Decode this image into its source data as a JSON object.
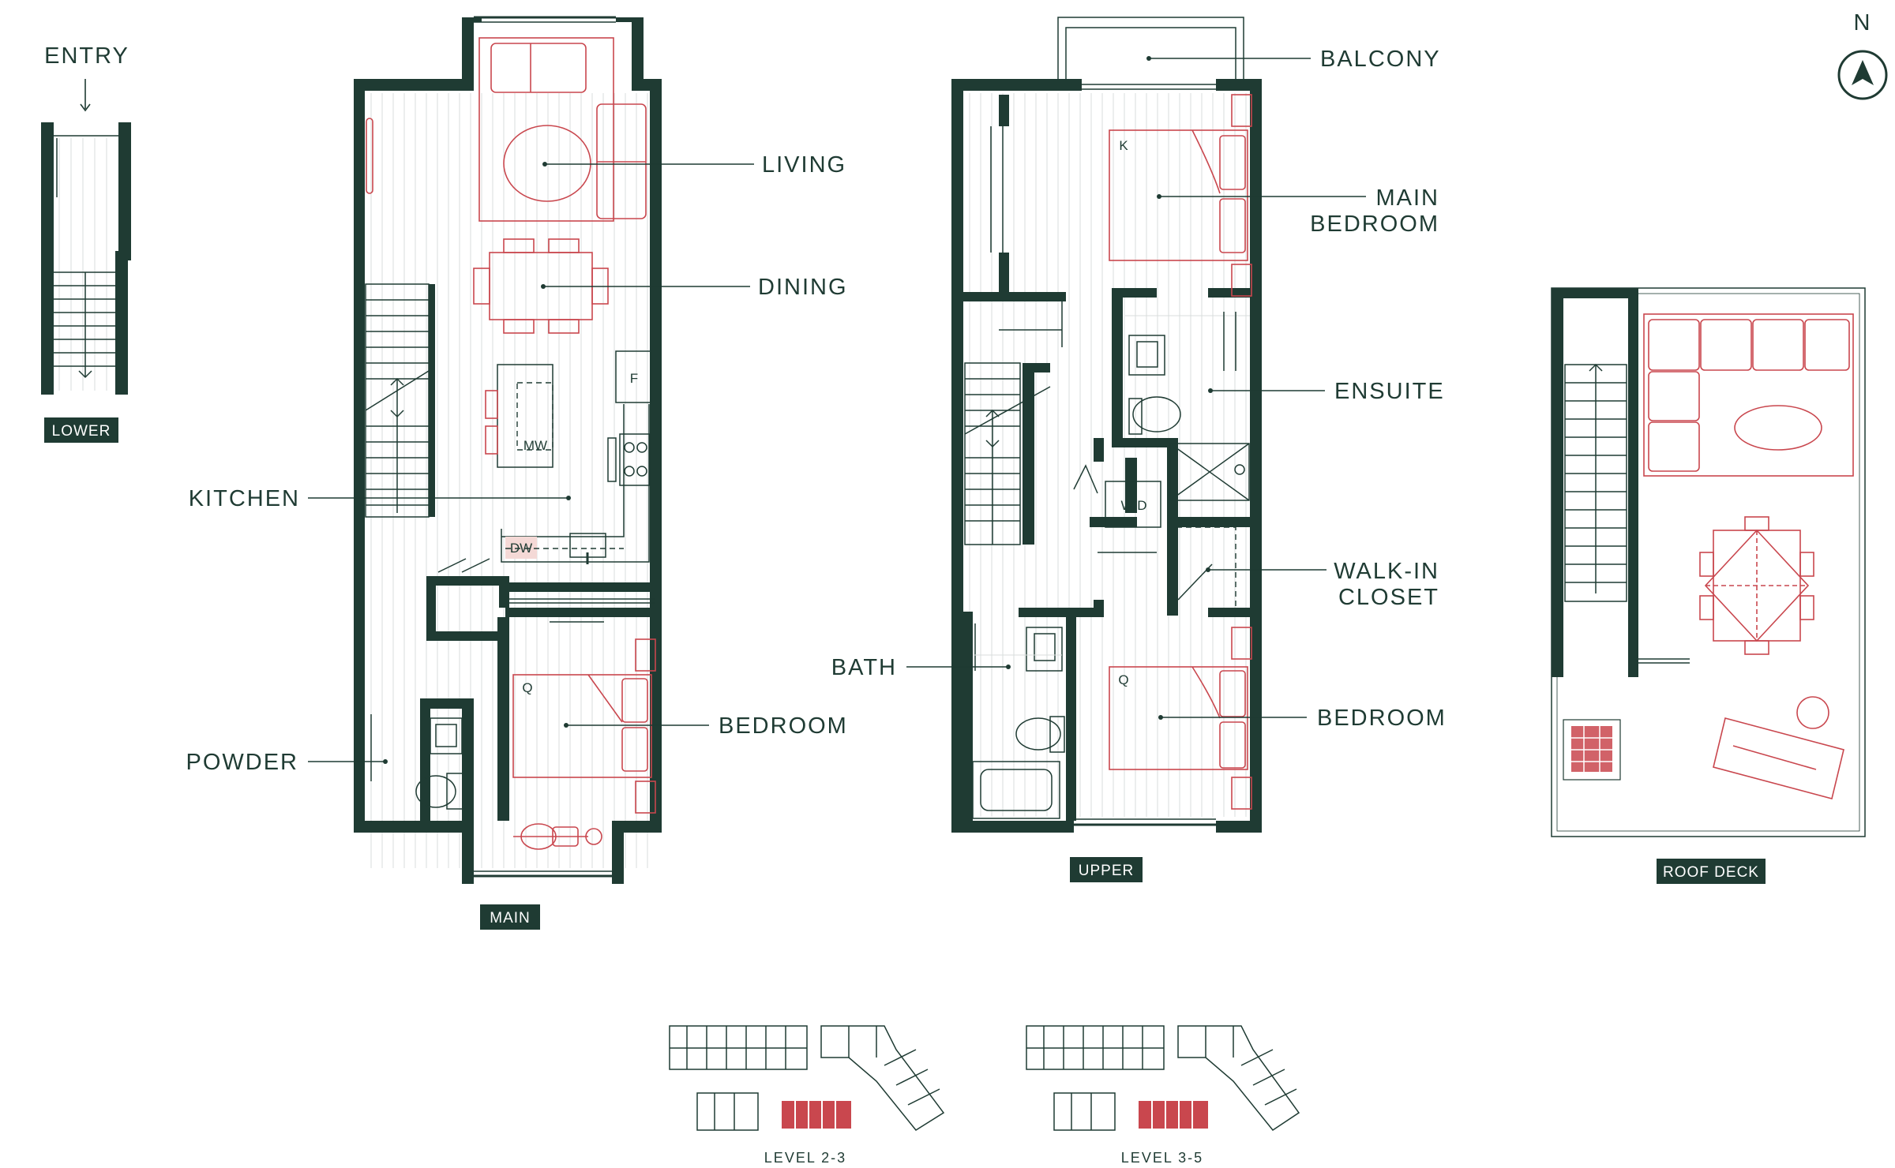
{
  "compass": {
    "letter": "N"
  },
  "levels": {
    "lower": "LOWER",
    "main": "MAIN",
    "upper": "UPPER",
    "roof": "ROOF DECK"
  },
  "rooms": {
    "entry": "ENTRY",
    "living": "LIVING",
    "dining": "DINING",
    "kitchen": "KITCHEN",
    "bedroom_main_level": "BEDROOM",
    "powder": "POWDER",
    "balcony": "BALCONY",
    "main_bedroom_1": "MAIN",
    "main_bedroom_2": "BEDROOM",
    "ensuite": "ENSUITE",
    "walkin_1": "WALK-IN",
    "walkin_2": "CLOSET",
    "bath": "BATH",
    "bedroom_upper": "BEDROOM"
  },
  "fixtures": {
    "fridge": "F",
    "microwave": "MW",
    "dishwasher": "DW",
    "washer_dryer": "W/D",
    "king_bed": "K",
    "queen_bed_main": "Q",
    "queen_bed_upper": "Q"
  },
  "keyplans": {
    "left": "LEVEL 2-3",
    "right": "LEVEL 3-5"
  },
  "colors": {
    "walls": "#1f3b33",
    "furniture": "#c9474e",
    "highlight": "#c9474e"
  }
}
